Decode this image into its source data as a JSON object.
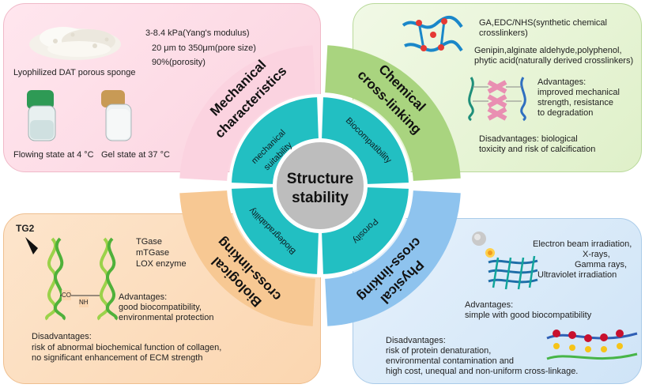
{
  "center": {
    "line1": "Structure",
    "line2": "stability"
  },
  "inner_ring": {
    "mechanical_line1": "mechanical",
    "mechanical_line2": "suitability",
    "biocompatibility": "Biocompatibility",
    "biodegradability": "Biodegradability",
    "porosity": "Porosity"
  },
  "outer_ring": {
    "mechanical_line1": "Mechanical",
    "mechanical_line2": "characteristics",
    "chemical_line1": "Chemical",
    "chemical_line2": "cross-linking",
    "biological_line1": "Biological",
    "biological_line2": "cross-linking",
    "physical_line1": "Physical",
    "physical_line2": "cross-linking"
  },
  "mechanical_panel": {
    "modulus": "3-8.4 kPa(Yang's modulus)",
    "pore_size": "20 μm to 350μm(pore size)",
    "porosity": "90%(porosity)",
    "sponge_caption": "Lyophilized DAT porous sponge",
    "flowing_caption": "Flowing state at 4 °C",
    "gel_caption": "Gel state at 37 °C"
  },
  "chemical_panel": {
    "synthetic_line1": "GA,EDC/NHS(synthetic chemical",
    "synthetic_line2": "crosslinkers)",
    "natural_line1": "Genipin,alginate aldehyde,polyphenol,",
    "natural_line2": "phytic acid(naturally derived crosslinkers)",
    "adv_title": "Advantages:",
    "adv_line1": "improved mechanical",
    "adv_line2": "strength, resistance",
    "adv_line3": "to degradation",
    "disadv_title": "Disadvantages: biological",
    "disadv_line2": "toxicity and risk of calcification"
  },
  "biological_panel": {
    "tg2_label": "TG2",
    "enzyme1": "TGase",
    "enzyme2": "mTGase",
    "enzyme3": "LOX enzyme",
    "bond_co": "CO",
    "bond_nh": "NH",
    "adv_title": "Advantages:",
    "adv_line1": "good biocompatibility,",
    "adv_line2": "environmental protection",
    "disadv_title": "Disadvantages:",
    "disadv_line1": "risk of abnormal biochemical function of collagen,",
    "disadv_line2": "no significant enhancement of ECM strength"
  },
  "physical_panel": {
    "method1": "Electron beam irradiation,",
    "method2": "X-rays,",
    "method3": "Gamma rays,",
    "method4": "Ultraviolet irradiation",
    "adv_title": "Advantages:",
    "adv_line1": "simple with good biocompatibility",
    "disadv_title": "Disadvantages:",
    "disadv_line1": "risk of protein denaturation,",
    "disadv_line2": "environmental contamination and",
    "disadv_line3": "high cost, unequal and non-uniform cross-linkage."
  },
  "colors": {
    "teal": "#22bfc2",
    "center_gray": "#bdbdbd",
    "mechanical_sector": "#fbd3e0",
    "chemical_sector": "#a9d47f",
    "biological_sector": "#f7c893",
    "physical_sector": "#8ec3ee"
  }
}
